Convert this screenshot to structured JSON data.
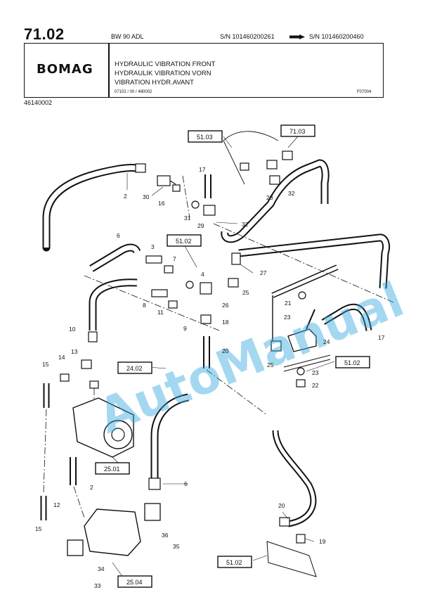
{
  "header": {
    "sheet_number": "71.02",
    "model": "BW 90 ADL",
    "serial_from": "S/N 101460200261",
    "serial_to": "S/N 101460200460",
    "brand_logo": "BOMAG",
    "titles": [
      "HYDRAULIC VIBRATION FRONT",
      "HYDRAULIK VIBRATION VORN",
      "VIBRATION HYDR.AVANT"
    ],
    "doc_code": "07102 / 00 / 480002",
    "page_code": "F07004",
    "part_number": "46140002"
  },
  "watermark": "AutoManual",
  "diagram": {
    "ref_boxes": [
      "51.03",
      "71.03",
      "51.02",
      "24.02",
      "51.02",
      "25.01",
      "25.04",
      "51.02"
    ],
    "callouts": [
      "2",
      "30",
      "16",
      "17",
      "31",
      "29",
      "28",
      "32",
      "32",
      "6",
      "3",
      "7",
      "4",
      "25",
      "26",
      "27",
      "8",
      "11",
      "9",
      "18",
      "10",
      "20",
      "21",
      "23",
      "17",
      "24",
      "25",
      "23",
      "22",
      "13",
      "14",
      "15",
      "2",
      "6",
      "12",
      "15",
      "36",
      "35",
      "34",
      "33",
      "20",
      "19"
    ]
  }
}
